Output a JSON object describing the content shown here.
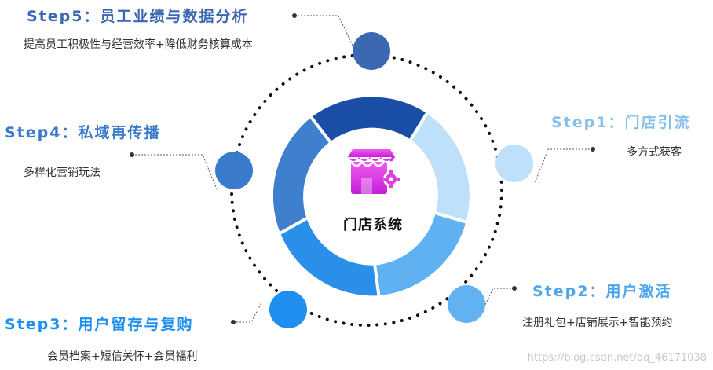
{
  "center": {
    "label": "门店系统",
    "icon": "store-gear-icon"
  },
  "steps": [
    {
      "title": "Step1：门店引流",
      "desc": "多方式获客",
      "color": "#a9d4f5"
    },
    {
      "title": "Step2：用户激活",
      "desc": "注册礼包+店铺展示+智能预约",
      "color": "#5aaef0"
    },
    {
      "title": "Step3：用户留存与复购",
      "desc": "会员档案+短信关怀+会员福利",
      "color": "#1e8ff0"
    },
    {
      "title": "Step4：私域再传播",
      "desc": "多样化营销玩法",
      "color": "#3a7acb"
    },
    {
      "title": "Step5：员工业绩与数据分析",
      "desc": "提高员工积极性与经营效率+降低财务核算成本",
      "color": "#3c68b2"
    }
  ],
  "colors": {
    "segment_dark": "#1a4ea6",
    "segment_light": "#bfe0fb",
    "segment_mid": "#5fb1f2",
    "segment_bright": "#2a8fe8",
    "segment_steel": "#3e7fce",
    "icon_magenta": "#e040e0"
  },
  "watermark": "https://blog.csdn.net/qq_46171038"
}
